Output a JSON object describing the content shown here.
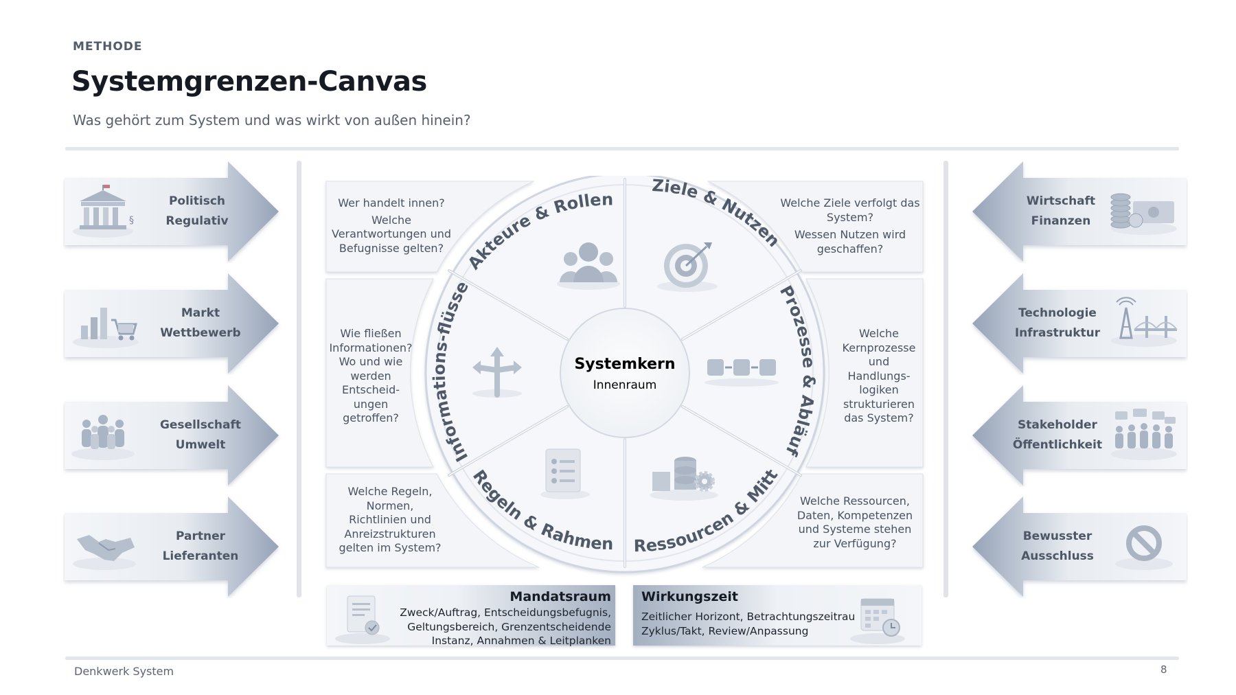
{
  "header": {
    "eyebrow": "METHODE",
    "title": "Systemgrenzen-Canvas",
    "subtitle": "Was gehört zum System und was wirkt von außen hinein?"
  },
  "left_factors": [
    {
      "line1": "Politisch",
      "line2": "Regulativ",
      "icon": "government-building-icon"
    },
    {
      "line1": "Markt",
      "line2": "Wettbewerb",
      "icon": "market-chart-cart-icon"
    },
    {
      "line1": "Gesellschaft",
      "line2": "Umwelt",
      "icon": "people-group-icon"
    },
    {
      "line1": "Partner",
      "line2": "Lieferanten",
      "icon": "handshake-icon"
    }
  ],
  "right_factors": [
    {
      "line1": "Wirtschaft",
      "line2": "Finanzen",
      "icon": "coins-banknote-icon"
    },
    {
      "line1": "Technologie",
      "line2": "Infrastruktur",
      "icon": "antenna-bridge-icon"
    },
    {
      "line1": "Stakeholder",
      "line2": "Öffentlichkeit",
      "icon": "crowd-speech-icon"
    },
    {
      "line1": "Bewusster",
      "line2": "Ausschluss",
      "icon": "prohibited-icon"
    }
  ],
  "segments": [
    {
      "label": "Akteure & Rollen",
      "icon": "people-icon",
      "question_lines": [
        "Wer handelt innen?",
        "Welche",
        "Verantwortungen und",
        "Befugnisse gelten?"
      ]
    },
    {
      "label": "Ziele & Nutzen",
      "icon": "target-icon",
      "question_lines": [
        "Welche Ziele verfolgt das",
        "System?",
        "Wessen Nutzen wird",
        "geschaffen?"
      ]
    },
    {
      "label": "Prozesse & Abläufe",
      "icon": "process-steps-icon",
      "question_lines": [
        "Welche",
        "Kernprozesse",
        "und",
        "Handlungs-",
        "logiken",
        "strukturieren",
        "das System?"
      ]
    },
    {
      "label": "Ressourcen & Mittel",
      "icon": "database-gear-icon",
      "question_lines": [
        "Welche Ressourcen,",
        "Daten, Kompetenzen",
        "und Systeme stehen",
        "zur Verfügung?"
      ]
    },
    {
      "label": "Regeln & Rahmen",
      "icon": "checklist-icon",
      "question_lines": [
        "Welche Regeln,",
        "Normen,",
        "Richtlinien und",
        "Anreizstrukturen",
        "gelten im System?"
      ]
    },
    {
      "label": "Informations-flüsse",
      "icon": "split-arrows-icon",
      "question_lines": [
        "Wie fließen",
        "Informationen?",
        "Wo und wie",
        "werden",
        "Entscheid-",
        "ungen",
        "getroffen?"
      ]
    }
  ],
  "core": {
    "title": "Systemkern",
    "subtitle": "Innenraum"
  },
  "mandate": {
    "title": "Mandatsraum",
    "lines": [
      "Zweck/Auftrag, Entscheidungsbefugnis,",
      "Geltungsbereich, Grenzentscheidende",
      "Instanz, Annahmen & Leitplanken"
    ],
    "icon": "document-check-icon"
  },
  "effect": {
    "title": "Wirkungszeit",
    "lines": [
      "Zeitlicher Horizont, Betrachtungszeitraum",
      "Zyklus/Takt, Review/Anpassung"
    ],
    "icon": "calendar-clock-icon"
  },
  "footer": {
    "brand": "Denkwerk System",
    "page": "8"
  },
  "colors": {
    "accent": "#9aa7bb",
    "panel": "#f3f5f9",
    "border": "#d5dbe4",
    "text": "#2b3340"
  }
}
